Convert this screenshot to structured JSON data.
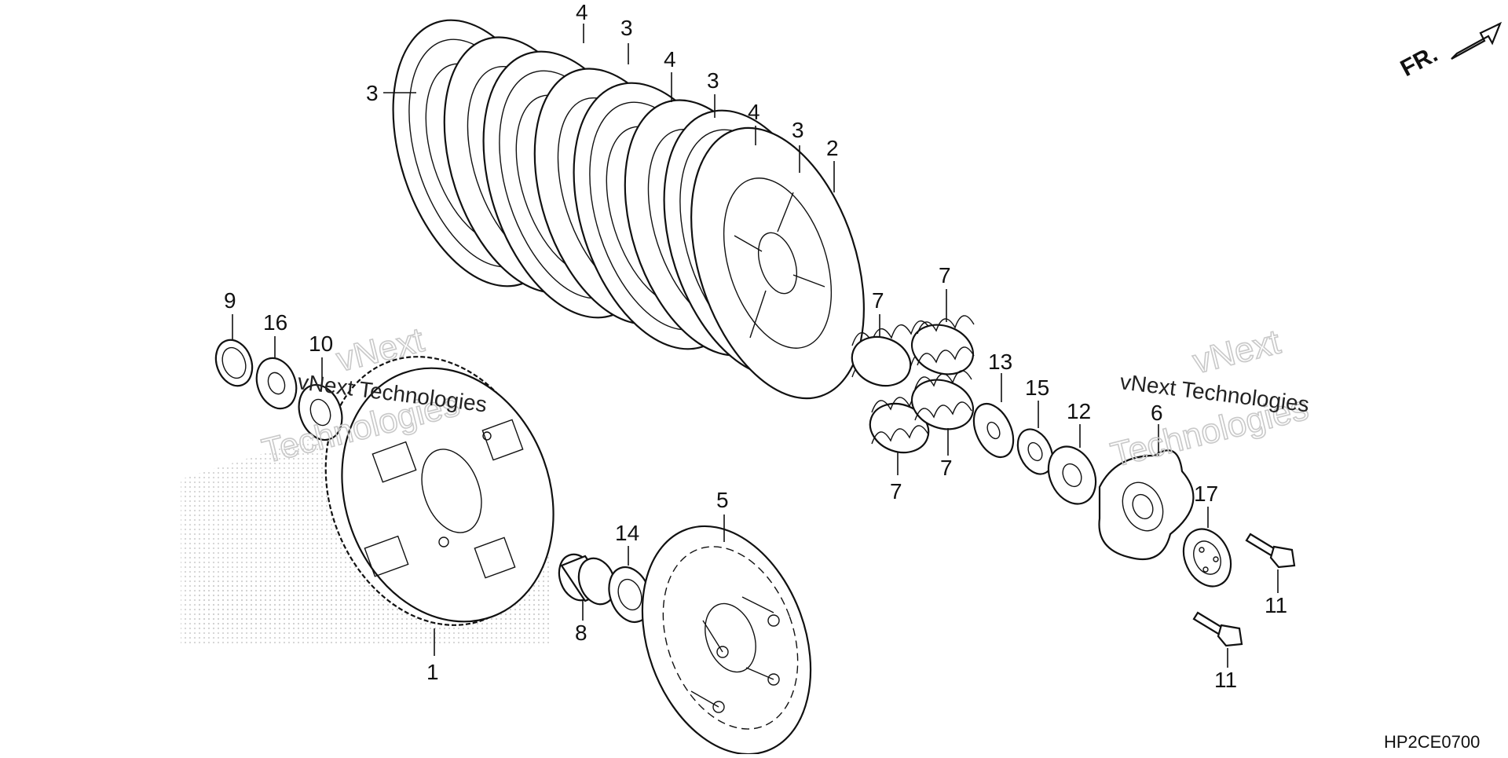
{
  "diagram": {
    "code": "HP2CE0700",
    "direction_label": "FR.",
    "watermark_lines": [
      "vNext",
      "Technologies"
    ],
    "watermark_small": "vNext Technologies",
    "callouts": [
      {
        "id": "c1",
        "text": "1"
      },
      {
        "id": "c2",
        "text": "2"
      },
      {
        "id": "c3a",
        "text": "3"
      },
      {
        "id": "c3b",
        "text": "3"
      },
      {
        "id": "c3c",
        "text": "3"
      },
      {
        "id": "c3d",
        "text": "3"
      },
      {
        "id": "c4a",
        "text": "4"
      },
      {
        "id": "c4b",
        "text": "4"
      },
      {
        "id": "c4c",
        "text": "4"
      },
      {
        "id": "c5",
        "text": "5"
      },
      {
        "id": "c6",
        "text": "6"
      },
      {
        "id": "c7a",
        "text": "7"
      },
      {
        "id": "c7b",
        "text": "7"
      },
      {
        "id": "c7c",
        "text": "7"
      },
      {
        "id": "c7d",
        "text": "7"
      },
      {
        "id": "c8",
        "text": "8"
      },
      {
        "id": "c9",
        "text": "9"
      },
      {
        "id": "c10",
        "text": "10"
      },
      {
        "id": "c11a",
        "text": "11"
      },
      {
        "id": "c11b",
        "text": "11"
      },
      {
        "id": "c12",
        "text": "12"
      },
      {
        "id": "c13",
        "text": "13"
      },
      {
        "id": "c14",
        "text": "14"
      },
      {
        "id": "c15",
        "text": "15"
      },
      {
        "id": "c16",
        "text": "16"
      },
      {
        "id": "c17",
        "text": "17"
      }
    ]
  }
}
